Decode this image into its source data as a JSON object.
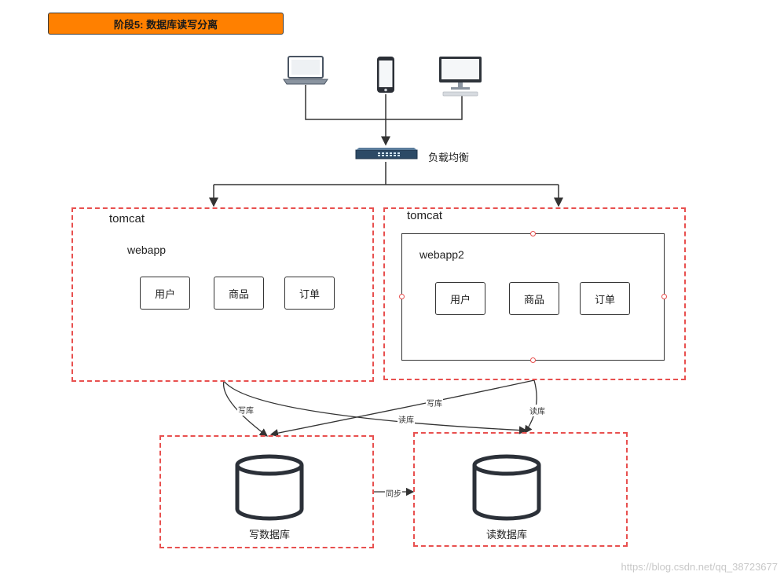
{
  "title": "阶段5: 数据库读写分离",
  "load_balancer": {
    "label": "负载均衡"
  },
  "tomcat_left": {
    "label": "tomcat",
    "webapp": "webapp",
    "modules": [
      "用户",
      "商品",
      "订单"
    ]
  },
  "tomcat_right": {
    "label": "tomcat",
    "webapp": "webapp2",
    "modules": [
      "用户",
      "商品",
      "订单"
    ]
  },
  "edges": {
    "left_write": "写库",
    "right_write": "写库",
    "left_read": "读库",
    "right_read": "读库",
    "sync": "同步"
  },
  "databases": {
    "write": "写数据库",
    "read": "读数据库"
  },
  "watermark": "https://blog.csdn.net/qq_38723677",
  "colors": {
    "title_bg": "#ff8000",
    "dashed_border": "#e8504f"
  }
}
